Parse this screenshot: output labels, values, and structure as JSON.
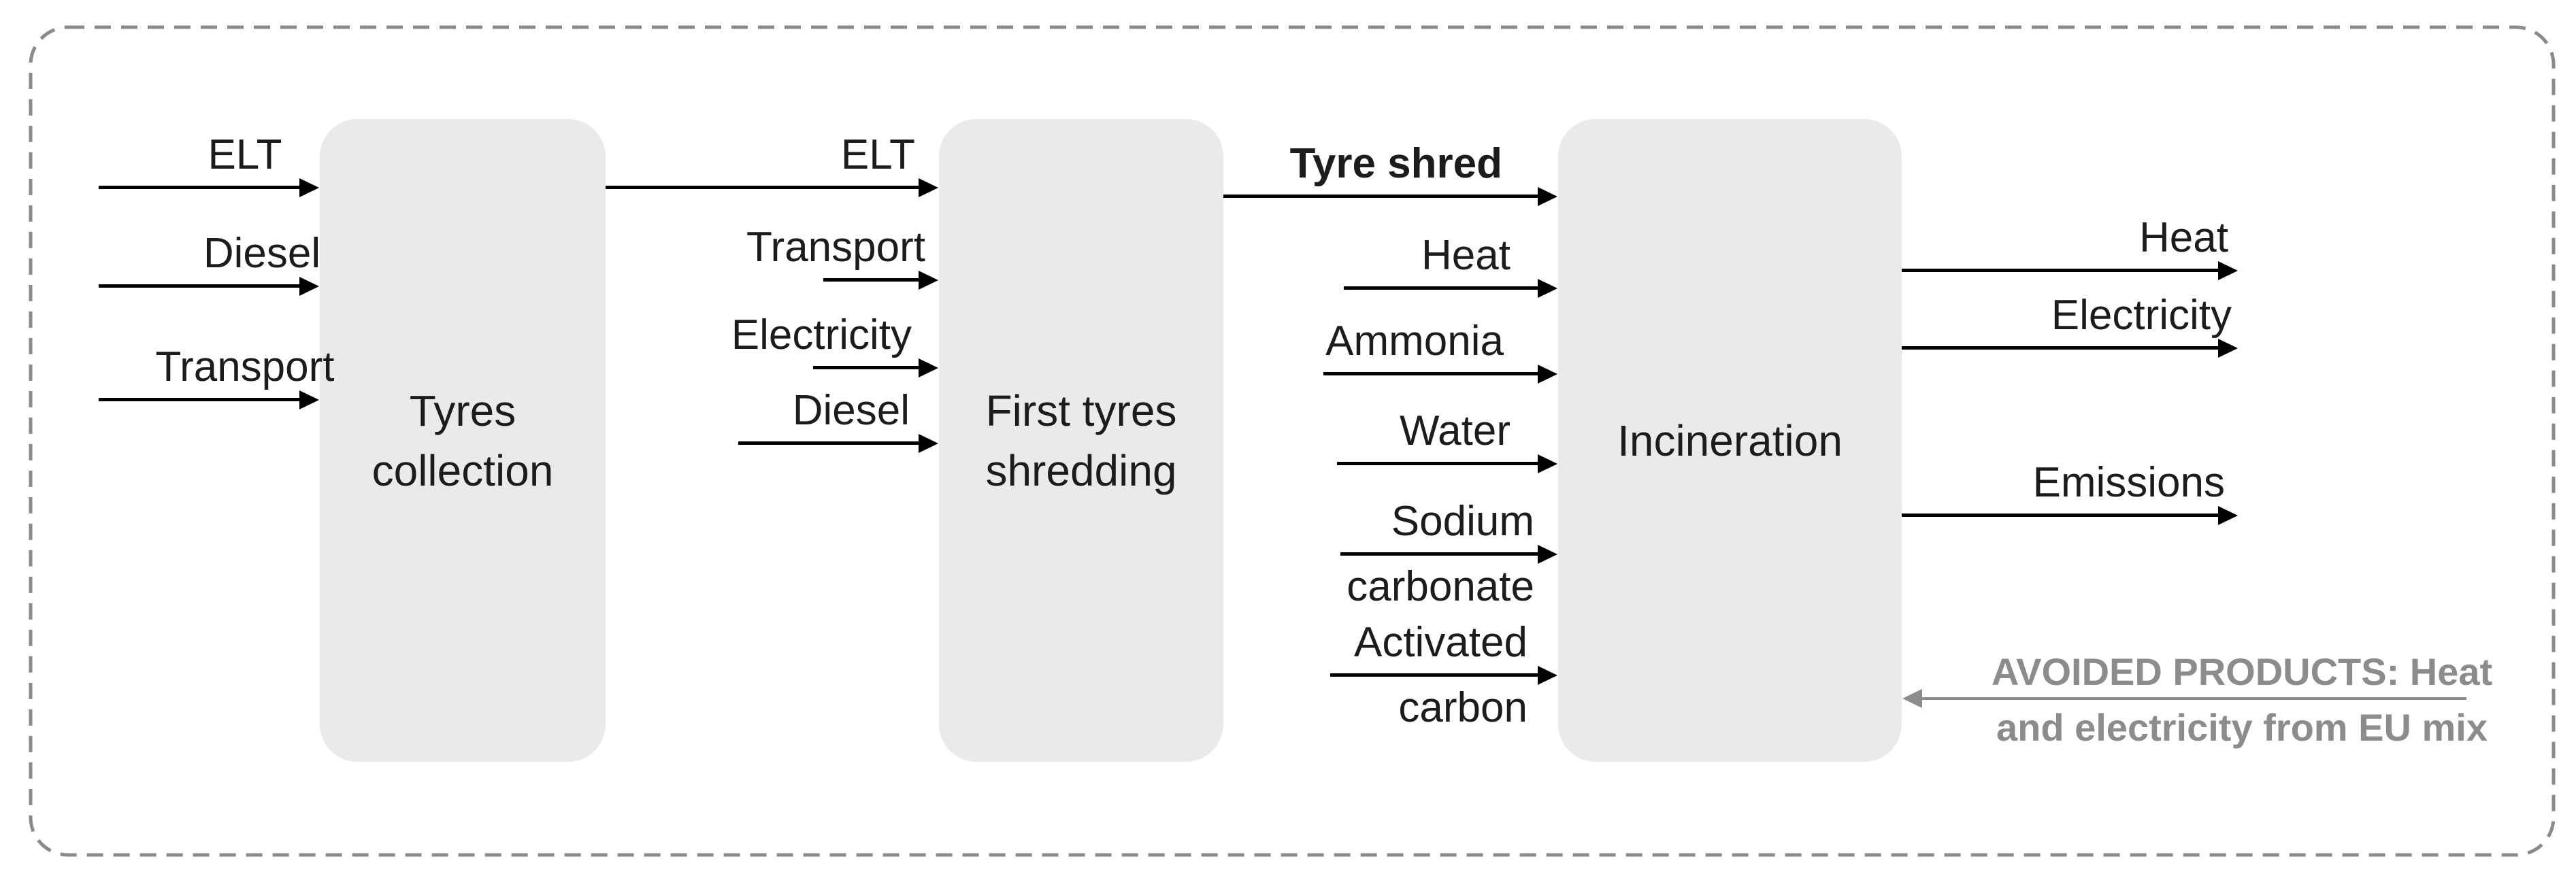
{
  "boxes": {
    "collection": {
      "line1": "Tyres",
      "line2": "collection"
    },
    "shredding": {
      "line1": "First tyres",
      "line2": "shredding"
    },
    "incineration": {
      "line1": "Incineration"
    }
  },
  "collection_inputs": {
    "elt": "ELT",
    "diesel": "Diesel",
    "transport": "Transport"
  },
  "shredding_inputs": {
    "elt": "ELT",
    "transport": "Transport",
    "electricity": "Electricity",
    "diesel": "Diesel"
  },
  "incineration_inputs": {
    "tyre_shred": "Tyre shred",
    "heat": "Heat",
    "ammonia": "Ammonia",
    "water": "Water",
    "sodium_line1": "Sodium",
    "sodium_line2": "carbonate",
    "activated_line1": "Activated",
    "activated_line2": "carbon"
  },
  "incineration_outputs": {
    "heat": "Heat",
    "electricity": "Electricity",
    "emissions": "Emissions"
  },
  "avoided_products": {
    "line1": "AVOIDED PRODUCTS: Heat",
    "line2": "and electricity from EU mix"
  },
  "colors": {
    "box_fill": "#eaeaea",
    "arrow_black": "#000000",
    "avoided_gray": "#8c8c8c",
    "boundary_gray": "#8a8a8a"
  }
}
